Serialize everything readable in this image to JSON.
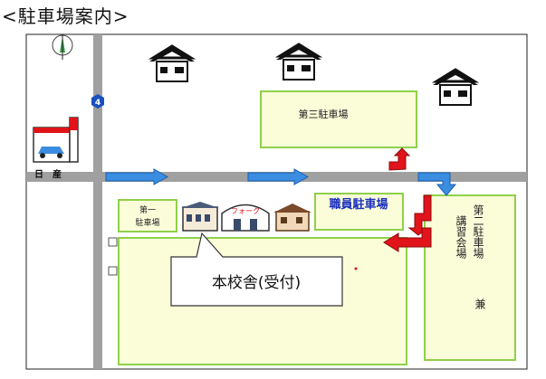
{
  "heading": "<駐車場案内>",
  "route_number": "4",
  "landmark_nissan": "日　産",
  "lots": {
    "third": "第三駐車場",
    "first_line1": "第一",
    "first_line2": "駐車場",
    "staff": "職員駐車場",
    "second_col1": "第二駐車場",
    "second_col2": "講習会場",
    "second_col3": "兼"
  },
  "building_sign": "フォーク",
  "callout": "本校舎(受付)",
  "colors": {
    "lot_border": "#8fd04a",
    "lot_fill": "#fbfdd9",
    "road": "#a0a0a0",
    "flow_arrow": "#3a8de0",
    "red_arrow": "#e0141a",
    "staff_text": "#1a2fbf",
    "route_sign": "#1a4fbf"
  },
  "icons": [
    "compass-needle-icon",
    "house-icon",
    "house-icon",
    "house-icon",
    "car-dealer-icon",
    "route-sign-icon",
    "school-building-icon"
  ]
}
